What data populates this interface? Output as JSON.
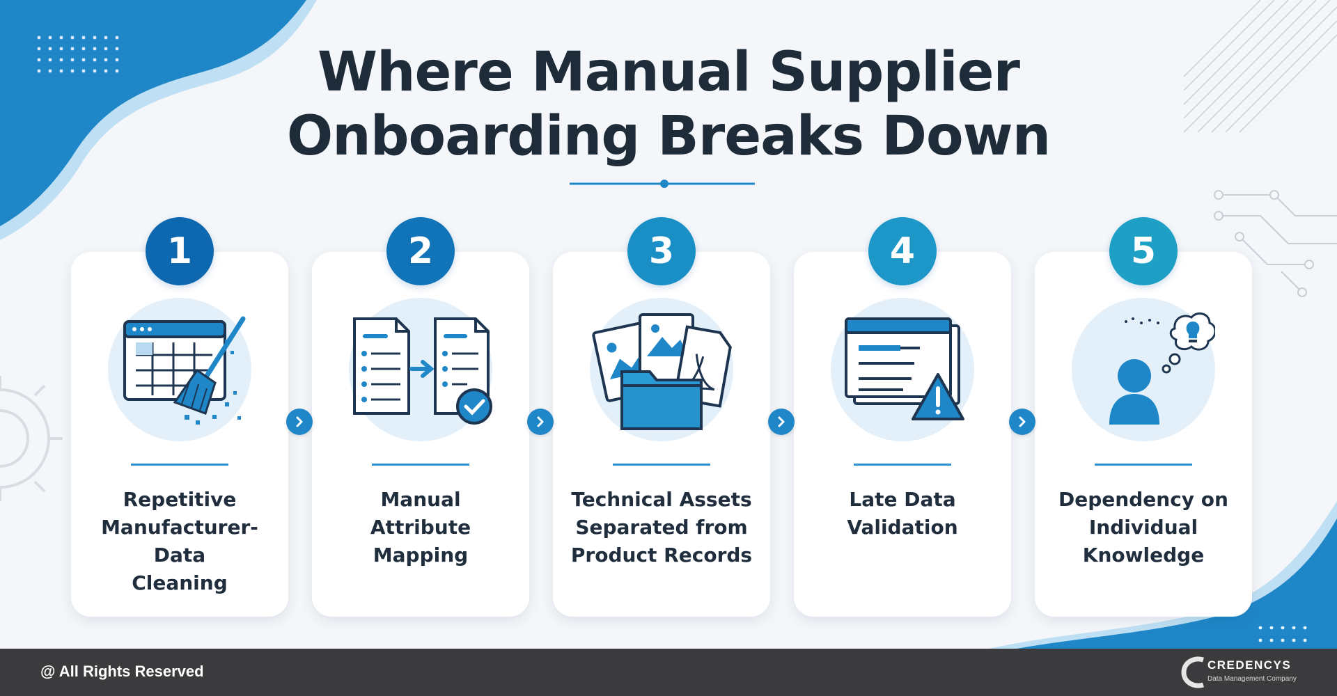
{
  "title": {
    "line1": "Where Manual Supplier",
    "line2": "Onboarding Breaks Down"
  },
  "steps": [
    {
      "number": "1",
      "line1": "Repetitive",
      "line2": "Manufacturer-Data",
      "line3": "Cleaning",
      "icon": "table-broom-icon"
    },
    {
      "number": "2",
      "line1": "Manual",
      "line2": "Attribute",
      "line3": "Mapping",
      "icon": "document-mapping-icon"
    },
    {
      "number": "3",
      "line1": "Technical Assets",
      "line2": "Separated from",
      "line3": "Product Records",
      "icon": "files-folder-icon"
    },
    {
      "number": "4",
      "line1": "Late Data",
      "line2": "Validation",
      "line3": "",
      "icon": "window-warning-icon"
    },
    {
      "number": "5",
      "line1": "Dependency on",
      "line2": "Individual",
      "line3": "Knowledge",
      "icon": "person-idea-icon"
    }
  ],
  "footer": {
    "text": "@ All Rights Reserved",
    "logo_name": "CREDENCYS",
    "logo_tagline": "Data Management Company"
  },
  "colors": {
    "primary": "#1f87c8",
    "dark_blue": "#0e68b0",
    "teal": "#1ea0c6",
    "title": "#1e2b39",
    "footer": "#3b3b3e"
  }
}
